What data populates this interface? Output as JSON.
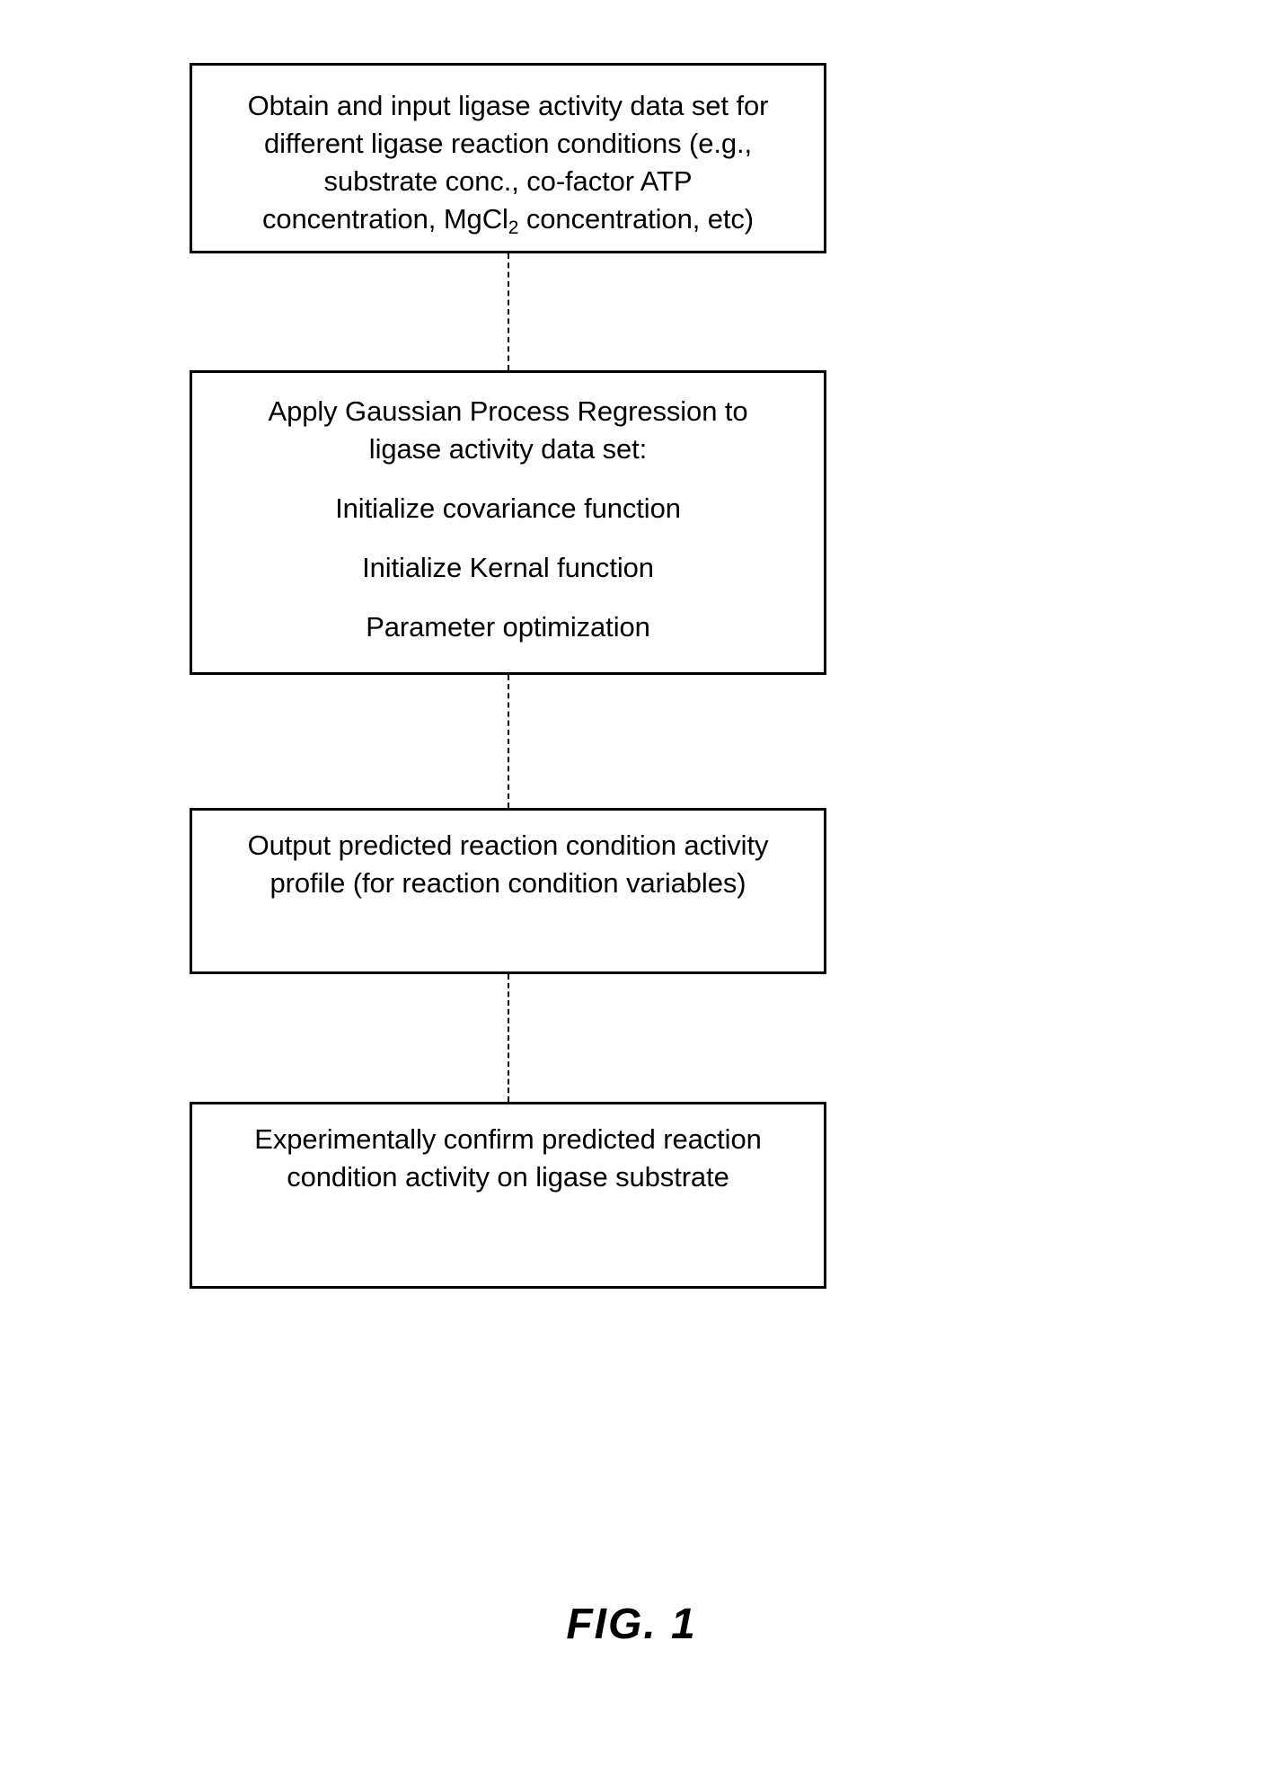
{
  "figure": {
    "caption": "FIG. 1",
    "diagram_type": "flowchart",
    "orientation": "vertical",
    "connector_style": "dashed",
    "box_border_color": "#000000",
    "background_color": "#ffffff",
    "text_color": "#000000"
  },
  "nodes": [
    {
      "id": "input",
      "name": "obtain-input-data-box",
      "lines": [
        "Obtain and input ligase activity data set for",
        "different ligase reaction conditions (e.g.,",
        "substrate conc., co-factor ATP",
        "concentration, MgCl2 concentration, etc)"
      ]
    },
    {
      "id": "gpr",
      "name": "gaussian-process-regression-box",
      "lines": [
        "Apply Gaussian Process Regression to",
        "ligase activity data set:",
        "Initialize covariance function",
        "Initialize Kernal function",
        "Parameter optimization"
      ]
    },
    {
      "id": "output",
      "name": "output-prediction-box",
      "lines": [
        "Output predicted reaction condition activity",
        "profile (for reaction condition variables)"
      ]
    },
    {
      "id": "confirm",
      "name": "experimental-confirmation-box",
      "lines": [
        "Experimentally confirm predicted reaction",
        "condition activity on ligase substrate"
      ]
    }
  ],
  "box1": {
    "line1": "Obtain and input ligase activity data set for",
    "line2": "different ligase reaction conditions (e.g.,",
    "line3": "substrate conc., co-factor ATP",
    "line4_pre": "concentration, MgCl",
    "line4_sub": "2",
    "line4_post": " concentration, etc)"
  },
  "box2": {
    "line1": "Apply Gaussian Process Regression to",
    "line2": "ligase activity data set:",
    "line3": "Initialize covariance function",
    "line4": "Initialize Kernal function",
    "line5": "Parameter optimization"
  },
  "box3": {
    "line1": "Output predicted reaction condition activity",
    "line2": "profile (for reaction condition variables)"
  },
  "box4": {
    "line1": "Experimentally confirm predicted reaction",
    "line2": "condition activity on ligase substrate"
  },
  "connectors": [
    {
      "name": "connector-input-to-gpr",
      "from": "input",
      "to": "gpr",
      "style": "dashed"
    },
    {
      "name": "connector-gpr-to-output",
      "from": "gpr",
      "to": "output",
      "style": "dashed"
    },
    {
      "name": "connector-output-to-confirm",
      "from": "output",
      "to": "confirm",
      "style": "dashed"
    }
  ]
}
